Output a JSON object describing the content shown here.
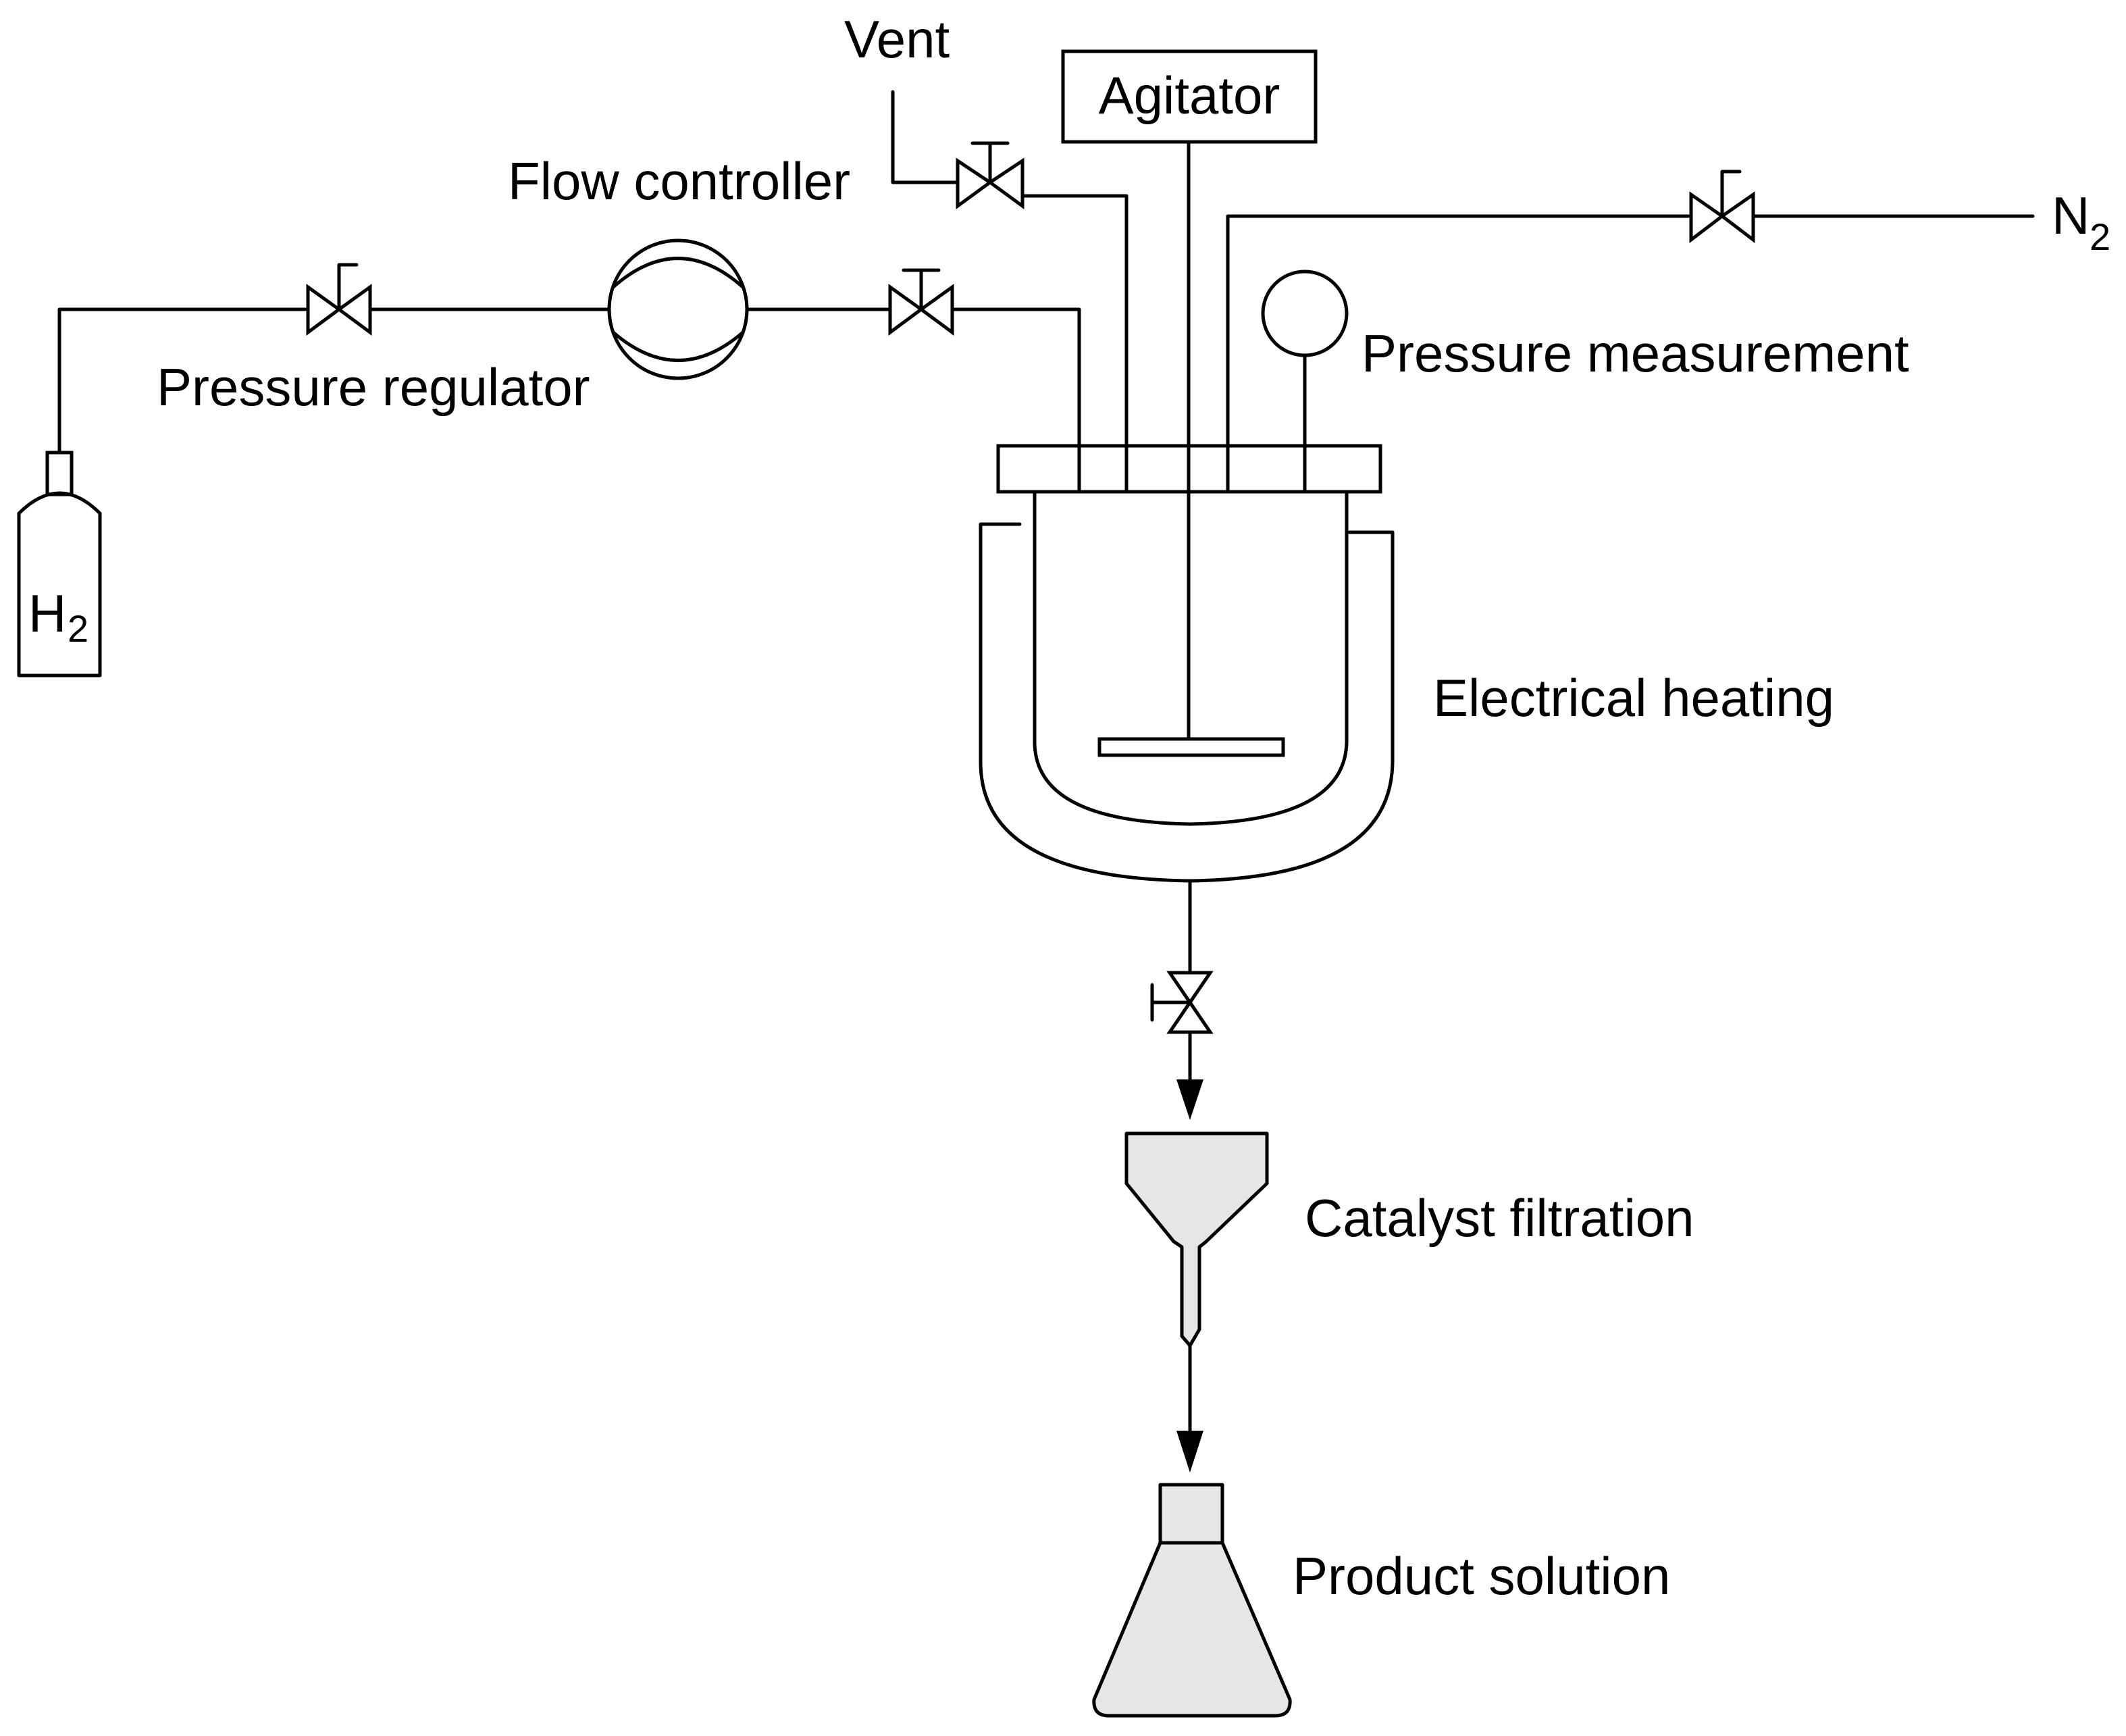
{
  "diagram": {
    "labels": {
      "vent": "Vent",
      "agitator": "Agitator",
      "flow_controller": "Flow controller",
      "pressure_regulator": "Pressure regulator",
      "pressure_measurement": "Pressure measurement",
      "electrical_heating": "Electrical heating",
      "catalyst_filtration": "Catalyst filtration",
      "product_solution": "Product solution"
    },
    "gases": {
      "hydrogen": {
        "symbol": "H",
        "subscript": "2"
      },
      "nitrogen": {
        "symbol": "N",
        "subscript": "2"
      }
    },
    "fill_color": "#e6e6e6",
    "line_color": "#000000"
  }
}
